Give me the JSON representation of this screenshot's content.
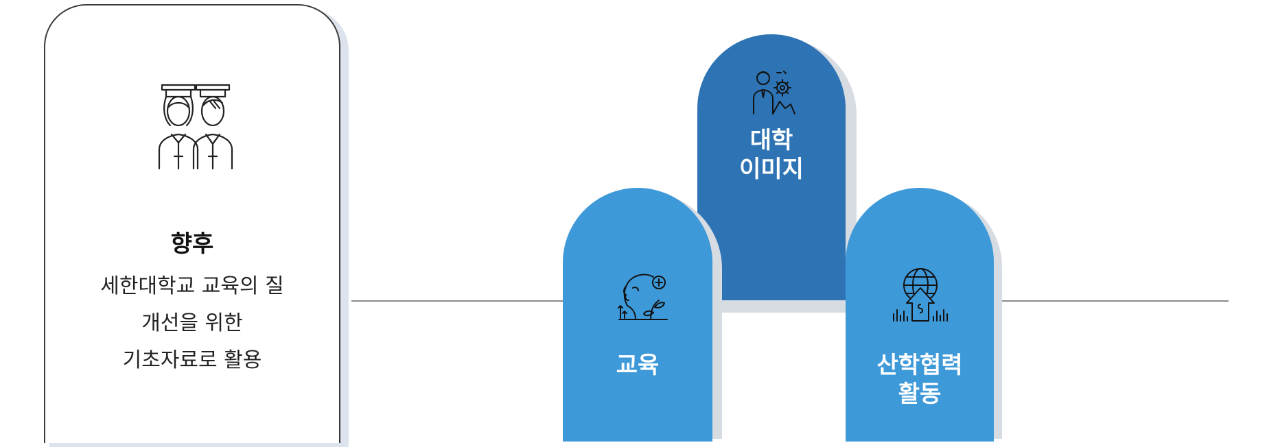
{
  "left_card": {
    "title": "향후",
    "lines": [
      "세한대학교 교육의 질",
      "개선을 위한",
      "기초자료로 활용"
    ],
    "icon": "graduates-icon"
  },
  "pills": {
    "center": {
      "lines": [
        "대학",
        "이미지"
      ],
      "icon": "businessman-gear-icon",
      "color": "#2e74b5"
    },
    "left": {
      "label": "교육",
      "icon": "mind-growth-icon",
      "color": "#3e99d8"
    },
    "right": {
      "lines": [
        "산학협력",
        "활동"
      ],
      "icon": "globe-puzzle-icon",
      "color": "#3e99d8"
    }
  }
}
